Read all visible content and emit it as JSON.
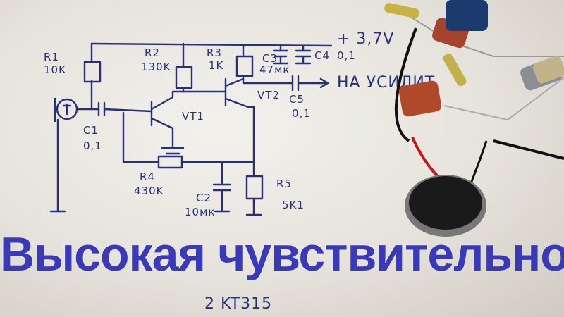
{
  "schematic": {
    "supply": "+ 3,7V",
    "output": "НА УСИЛИТ",
    "r1": {
      "name": "R1",
      "value": "10K"
    },
    "r2": {
      "name": "R2",
      "value": "130K"
    },
    "r3": {
      "name": "R3",
      "value": "1K"
    },
    "c3": {
      "name": "C3",
      "value": "47мк"
    },
    "c4": {
      "name": "C4",
      "value": "0,1"
    },
    "c1": {
      "name": "C1",
      "value": "0,1"
    },
    "vt1": "VT1",
    "vt2": "VT2",
    "c5": {
      "name": "C5",
      "value": "0,1"
    },
    "r4": {
      "name": "R4",
      "value": "430K"
    },
    "c2": {
      "name": "C2",
      "value": "10мк"
    },
    "r5": {
      "name": "R5",
      "value": "5K1"
    },
    "transistors_note": "2 KT315"
  },
  "caption": "Высокая чувствительность"
}
